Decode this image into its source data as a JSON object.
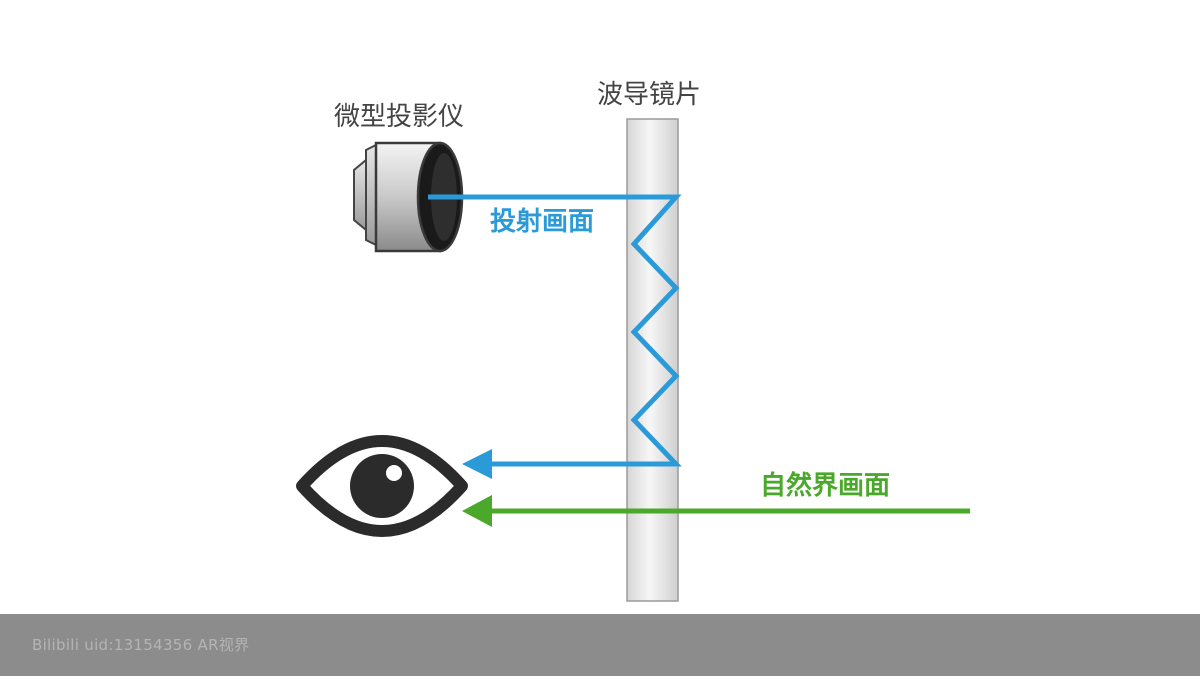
{
  "labels": {
    "projector": "微型投影仪",
    "waveguide": "波导镜片",
    "projected_image": "投射画面",
    "natural_image": "自然界画面"
  },
  "watermark": "Bilibili uid:13154356   AR视界",
  "colors": {
    "projected_light": "#2a9ad8",
    "natural_light": "#4aa82a",
    "text_dark": "#444444",
    "eye": "#2b2b2b",
    "footer_bar": "#8c8c8c",
    "watermark_text": "#b4b4b4"
  },
  "icons": {
    "projector": "micro-projector-icon",
    "eye": "eye-icon"
  }
}
